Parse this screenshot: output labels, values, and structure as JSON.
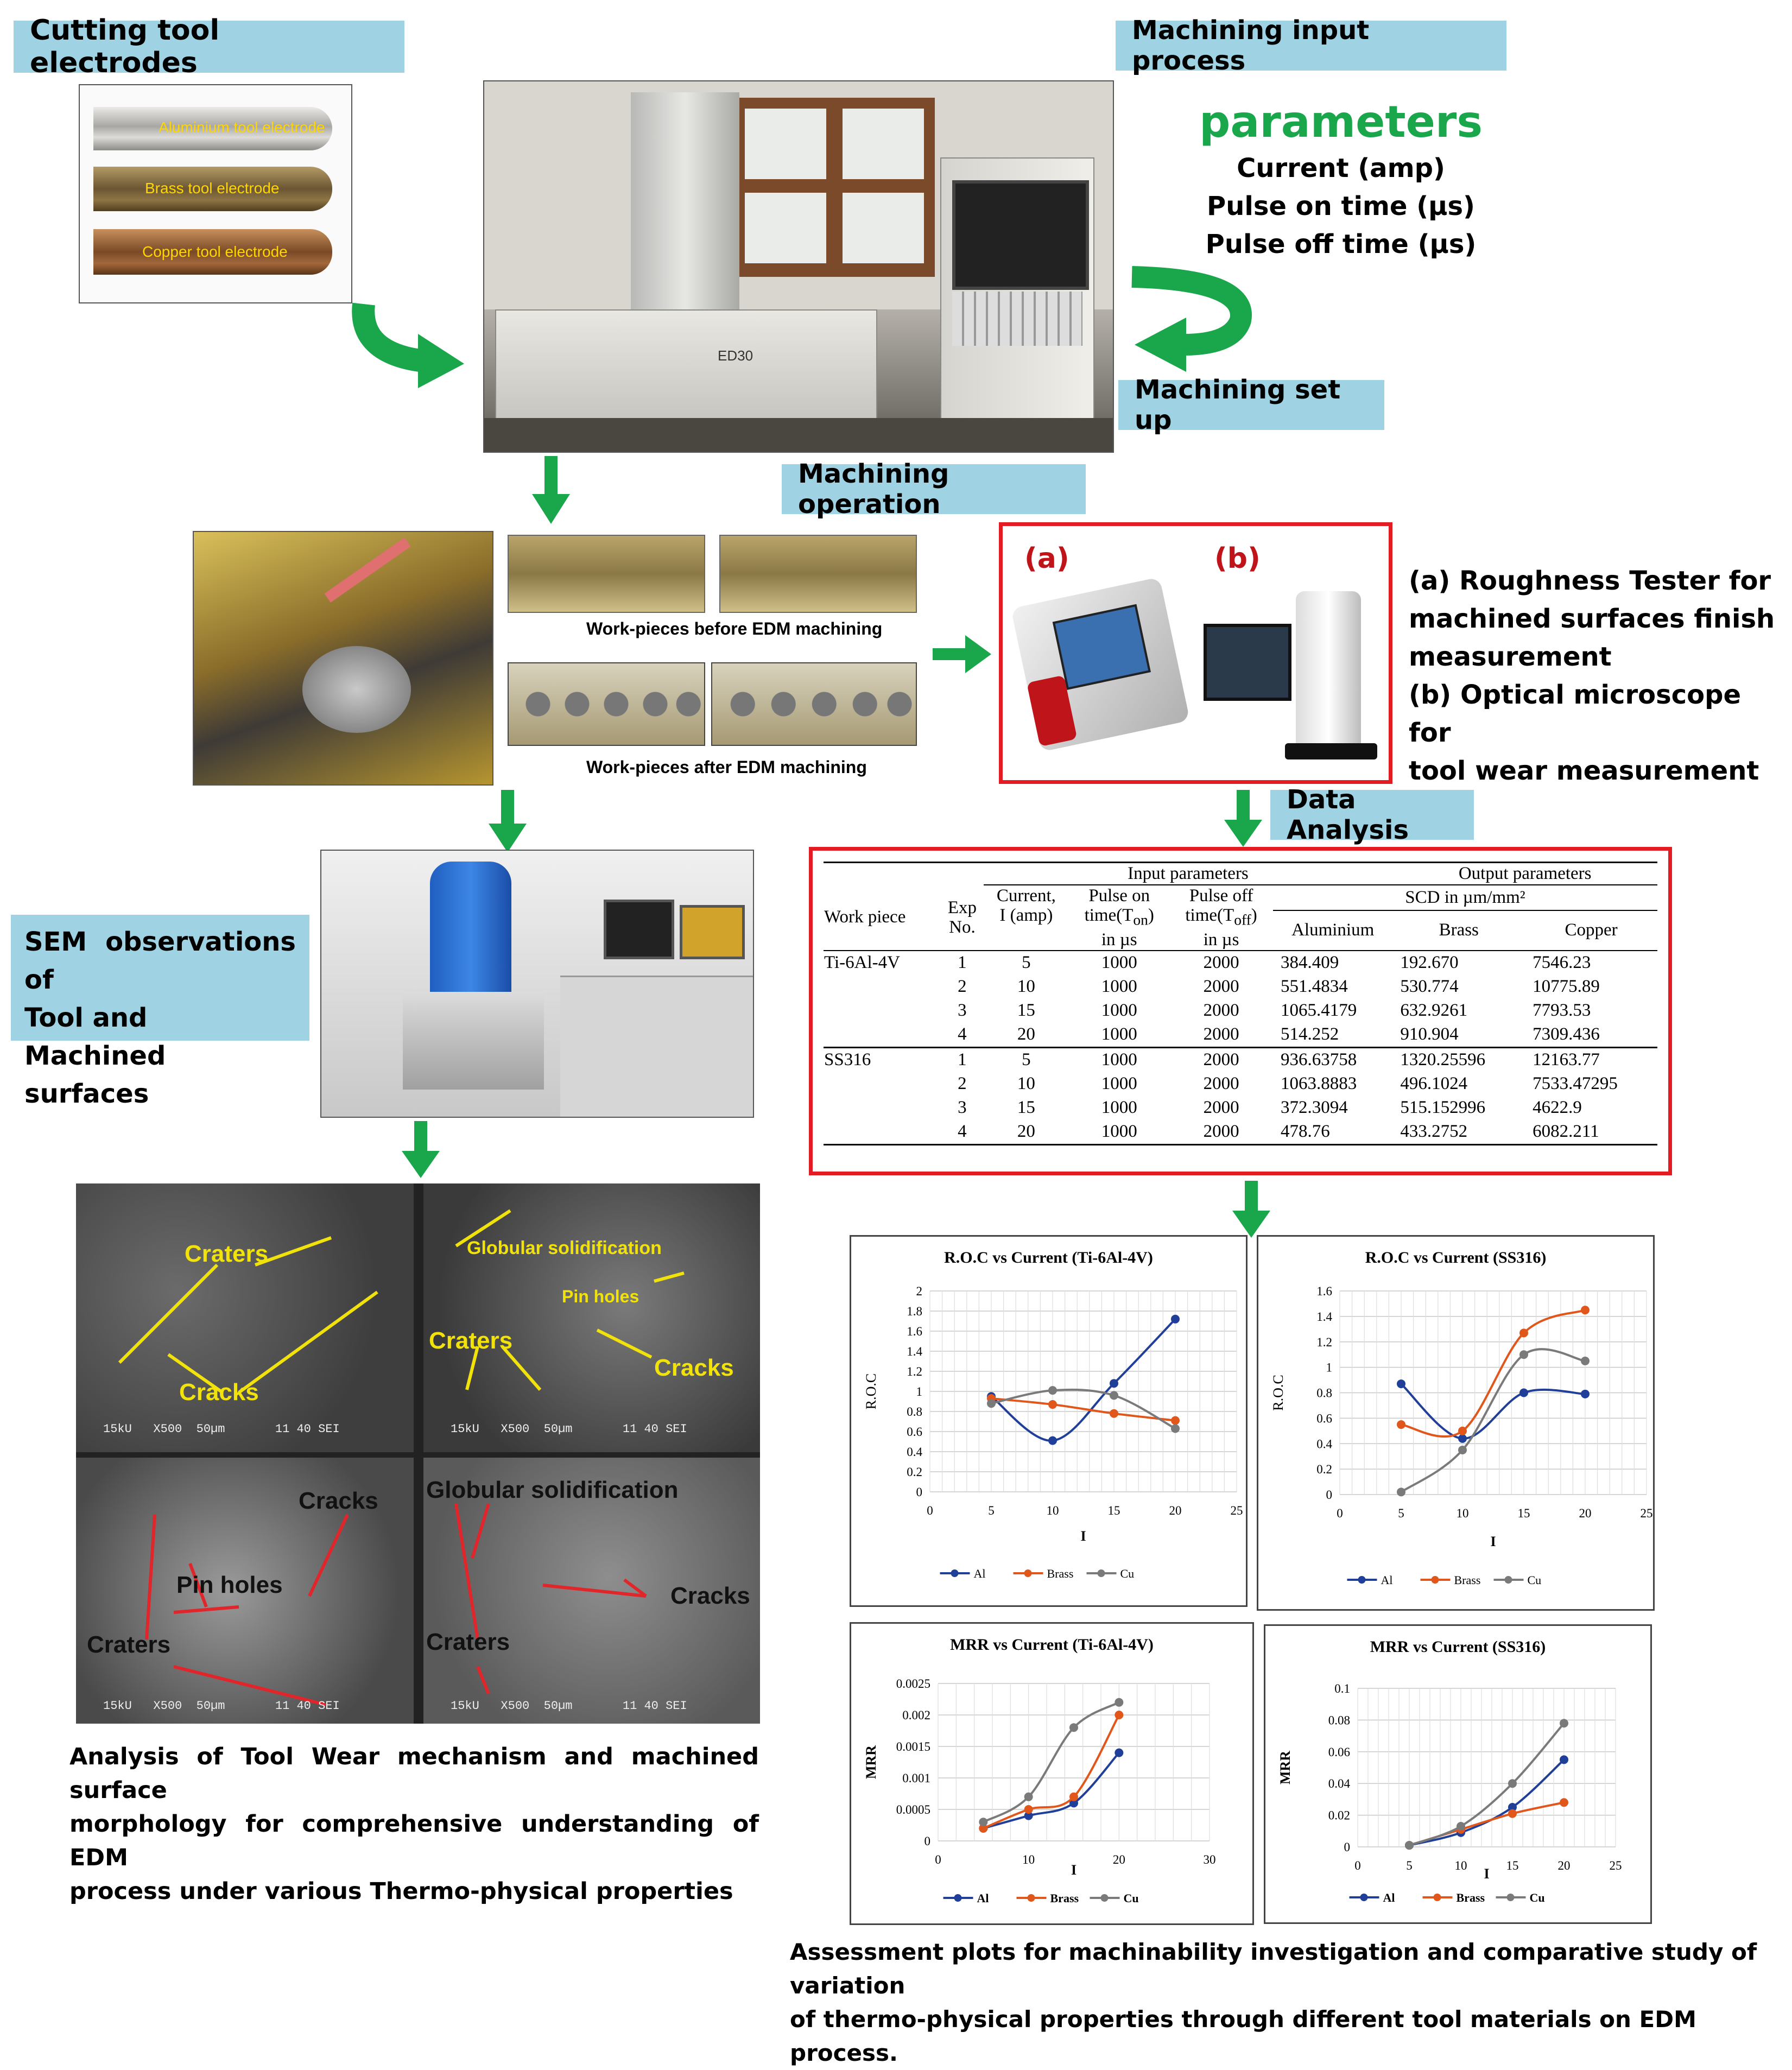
{
  "labels": {
    "cutting_tool": "Cutting tool electrodes",
    "machining_input": "Machining input process",
    "machining_setup": "Machining set up",
    "machining_operation": "Machining operation",
    "data_analysis": "Data Analysis",
    "sem_line1": "SEM observations of",
    "sem_line2": "Tool and Machined",
    "sem_line3": "surfaces"
  },
  "parameters": {
    "heading": "parameters",
    "items": [
      "Current  (amp)",
      "Pulse on time (µs)",
      "Pulse off time  (µs)"
    ]
  },
  "electrodes": [
    "Aluminium tool electrode",
    "Brass tool electrode",
    "Copper tool electrode"
  ],
  "machine_model": "ED30",
  "workpieces": {
    "before": "Work-pieces before EDM machining",
    "after": "Work-pieces after EDM machining"
  },
  "instruments": {
    "a_tag": "(a)",
    "b_tag": "(b)",
    "lines": [
      "(a) Roughness Tester for",
      "machined surfaces finish",
      "measurement",
      "(b) Optical microscope for",
      "tool wear measurement"
    ]
  },
  "table": {
    "group_input": "Input parameters",
    "group_output": "Output parameters",
    "scd": "SCD in µm/mm²",
    "h_workpiece": "Work piece",
    "h_exp": [
      "Exp",
      "No."
    ],
    "h_current": [
      "Current,",
      "I (amp)"
    ],
    "h_pon": [
      "Pulse on",
      "time(T",
      "on",
      ")",
      "in µs"
    ],
    "h_poff": [
      "Pulse off",
      "time(T",
      "off",
      ")",
      "in µs"
    ],
    "h_al": "Aluminium",
    "h_brass": "Brass",
    "h_cu": "Copper",
    "groups": [
      {
        "name": "Ti-6Al-4V",
        "rows": [
          [
            "1",
            "5",
            "1000",
            "2000",
            "384.409",
            "192.670",
            "7546.23"
          ],
          [
            "2",
            "10",
            "1000",
            "2000",
            "551.4834",
            "530.774",
            "10775.89"
          ],
          [
            "3",
            "15",
            "1000",
            "2000",
            "1065.4179",
            "632.9261",
            "7793.53"
          ],
          [
            "4",
            "20",
            "1000",
            "2000",
            "514.252",
            "910.904",
            "7309.436"
          ]
        ]
      },
      {
        "name": "SS316",
        "rows": [
          [
            "1",
            "5",
            "1000",
            "2000",
            "936.63758",
            "1320.25596",
            "12163.77"
          ],
          [
            "2",
            "10",
            "1000",
            "2000",
            "1063.8883",
            "496.1024",
            "7533.47295"
          ],
          [
            "3",
            "15",
            "1000",
            "2000",
            "372.3094",
            "515.152996",
            "4622.9"
          ],
          [
            "4",
            "20",
            "1000",
            "2000",
            "478.76",
            "433.2752",
            "6082.211"
          ]
        ]
      }
    ]
  },
  "sem_annotations": {
    "tl": [
      "Craters",
      "Cracks"
    ],
    "tr": [
      "Globular solidification",
      "Pin holes",
      "Craters",
      "Cracks"
    ],
    "bl": [
      "Cracks",
      "Pin holes",
      "Craters"
    ],
    "br": [
      "Globular solidification",
      "Cracks",
      "Craters"
    ],
    "scale": [
      "15kU",
      "X500",
      "50µm",
      "11 40 SEI"
    ]
  },
  "captions": {
    "left": [
      "Analysis of Tool Wear mechanism and machined surface",
      "morphology for comprehensive understanding of EDM",
      "process under various Thermo-physical properties"
    ],
    "right": [
      "Assessment plots for machinability investigation and comparative study of variation",
      "of thermo-physical properties through different tool materials on EDM process."
    ]
  },
  "colors": {
    "label_bg": "#9fd3e3",
    "arrow": "#1aa64b",
    "frame": "#e31b23",
    "al": "#1f3f99",
    "brass": "#e0561b",
    "cu": "#7a7a7a",
    "sem_yellow": "#f2e20c",
    "sem_red": "#e0262a"
  },
  "chart_data": [
    {
      "type": "line",
      "title": "R.O.C vs Current (Ti-6Al-4V)",
      "xlabel": "I",
      "ylabel": "R.O.C",
      "xlim": [
        0,
        25
      ],
      "ylim": [
        0,
        2
      ],
      "xticks": [
        0,
        5,
        10,
        15,
        20,
        25
      ],
      "yticks": [
        "0",
        "0.2",
        "0.4",
        "0.6",
        "0.8",
        "1",
        "1.2",
        "1.4",
        "1.6",
        "1.8",
        "2"
      ],
      "x": [
        5,
        10,
        15,
        20
      ],
      "legend": "bottom",
      "grid": true,
      "series": [
        {
          "name": "Al",
          "values": [
            0.95,
            0.51,
            1.08,
            1.72
          ]
        },
        {
          "name": "Brass",
          "values": [
            0.93,
            0.87,
            0.78,
            0.71
          ]
        },
        {
          "name": "Cu",
          "values": [
            0.88,
            1.01,
            0.96,
            0.63
          ]
        }
      ]
    },
    {
      "type": "line",
      "title": "R.O.C vs Current (SS316)",
      "xlabel": "I",
      "ylabel": "R.O.C",
      "xlim": [
        0,
        25
      ],
      "ylim": [
        0,
        1.6
      ],
      "xticks": [
        0,
        5,
        10,
        15,
        20,
        25
      ],
      "yticks": [
        "0",
        "0.2",
        "0.4",
        "0.6",
        "0.8",
        "1",
        "1.2",
        "1.4",
        "1.6"
      ],
      "x": [
        5,
        10,
        15,
        20
      ],
      "legend": "bottom",
      "grid": true,
      "series": [
        {
          "name": "Al",
          "values": [
            0.87,
            0.44,
            0.8,
            0.79
          ]
        },
        {
          "name": "Brass",
          "values": [
            0.55,
            0.5,
            1.27,
            1.45
          ]
        },
        {
          "name": "Cu",
          "values": [
            0.02,
            0.35,
            1.1,
            1.05
          ]
        }
      ]
    },
    {
      "type": "line",
      "title": "MRR vs Current (Ti-6Al-4V)",
      "xlabel": "I",
      "ylabel": "MRR",
      "xlim": [
        0,
        30
      ],
      "ylim": [
        0,
        0.0025
      ],
      "xticks": [
        0,
        10,
        20,
        30
      ],
      "yticks": [
        "0",
        "0.0005",
        "0.001",
        "0.0015",
        "0.002",
        "0.0025"
      ],
      "x": [
        5,
        10,
        15,
        20
      ],
      "legend": "bottom",
      "grid": true,
      "series": [
        {
          "name": "Al",
          "values": [
            0.0002,
            0.0004,
            0.0006,
            0.0014
          ]
        },
        {
          "name": "Brass",
          "values": [
            0.0002,
            0.0005,
            0.0007,
            0.002
          ]
        },
        {
          "name": "Cu",
          "values": [
            0.0003,
            0.0007,
            0.0018,
            0.0022
          ]
        }
      ]
    },
    {
      "type": "line",
      "title": "MRR vs Current (SS316)",
      "xlabel": "I",
      "ylabel": "MRR",
      "xlim": [
        0,
        25
      ],
      "ylim": [
        0,
        0.1
      ],
      "xticks": [
        0,
        5,
        10,
        15,
        20,
        25
      ],
      "yticks": [
        "0",
        "0.02",
        "0.04",
        "0.06",
        "0.08",
        "0.1"
      ],
      "x": [
        5,
        10,
        15,
        20
      ],
      "legend": "bottom",
      "grid": true,
      "series": [
        {
          "name": "Al",
          "values": [
            0.001,
            0.009,
            0.025,
            0.055
          ]
        },
        {
          "name": "Brass",
          "values": [
            0.001,
            0.011,
            0.021,
            0.028
          ]
        },
        {
          "name": "Cu",
          "values": [
            0.001,
            0.013,
            0.04,
            0.078
          ]
        }
      ]
    }
  ]
}
